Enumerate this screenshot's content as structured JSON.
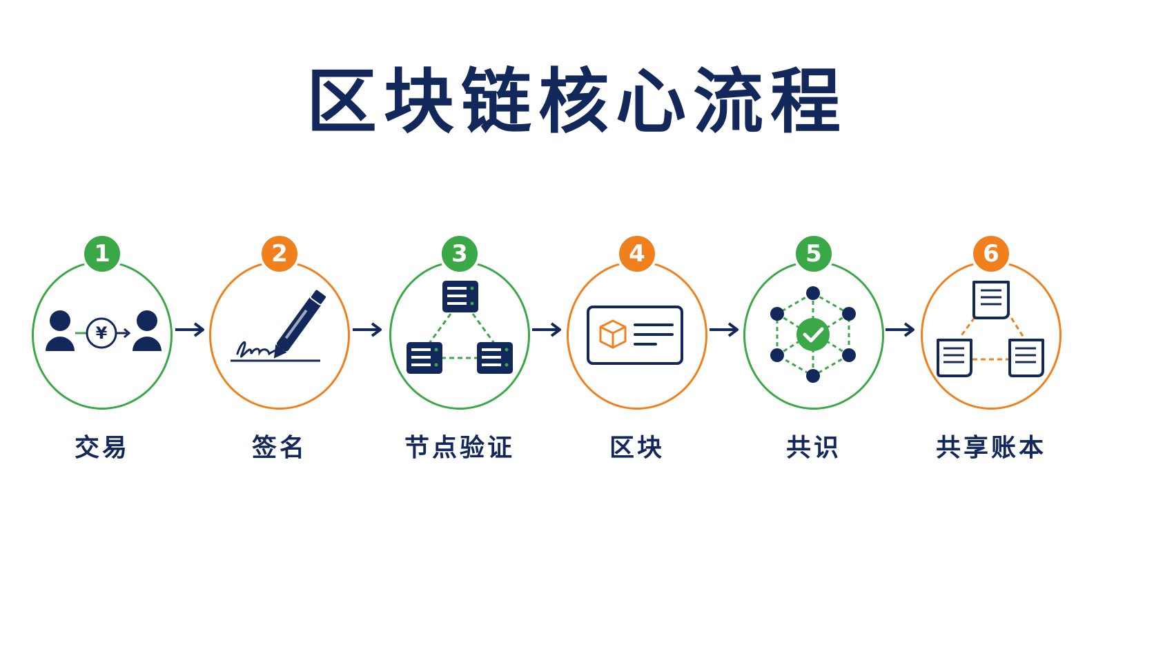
{
  "title": "区块链核心流程",
  "colors": {
    "navy": "#13285a",
    "green": "#3aa846",
    "orange": "#f0801e"
  },
  "steps": [
    {
      "number": "1",
      "label": "交易",
      "accent": "green",
      "icon": "transaction-icon",
      "currency": "¥"
    },
    {
      "number": "2",
      "label": "签名",
      "accent": "orange",
      "icon": "signature-pen-icon"
    },
    {
      "number": "3",
      "label": "节点验证",
      "accent": "green",
      "icon": "server-nodes-icon"
    },
    {
      "number": "4",
      "label": "区块",
      "accent": "orange",
      "icon": "block-card-icon"
    },
    {
      "number": "5",
      "label": "共识",
      "accent": "green",
      "icon": "consensus-network-icon"
    },
    {
      "number": "6",
      "label": "共享账本",
      "accent": "orange",
      "icon": "shared-ledger-icon"
    }
  ]
}
